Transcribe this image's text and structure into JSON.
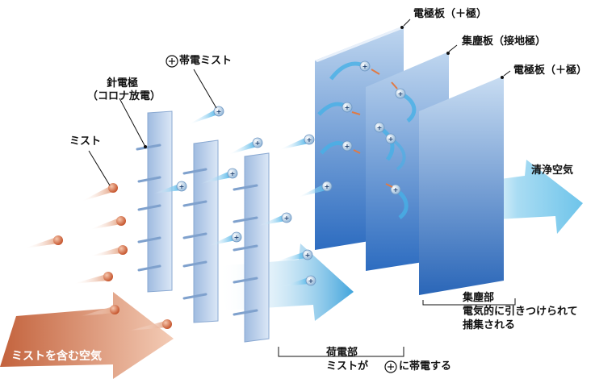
{
  "labels": {
    "needle_electrode": "針電極",
    "needle_electrode_sub": "（コロナ放電）",
    "charged_mist": "帯電ミスト",
    "mist": "ミスト",
    "electrode_plate_1": "電極板（＋極）",
    "collector_plate": "集塵板（接地極）",
    "electrode_plate_2": "電極板（＋極）",
    "clean_air": "清浄空気",
    "collector_section": "集塵部",
    "collector_desc_1": "電気的に引きつけられて",
    "collector_desc_2": "捕集される",
    "charging_section": "荷電部",
    "charging_desc_pre": "ミストが",
    "charging_desc_post": "に帯電する",
    "mist_air": "ミストを含む空気",
    "plus_symbol": "+"
  },
  "colors": {
    "mist_particle": "#d2603a",
    "air_in_arrow": "#c8643c",
    "clean_air_arrow": "#8fd0ee",
    "plate_light": "#b9d2ee",
    "plate_dark": "#2f6fc0",
    "charged_particle": "#3aa8e0"
  },
  "icons": [
    "plus-circle-icon"
  ]
}
